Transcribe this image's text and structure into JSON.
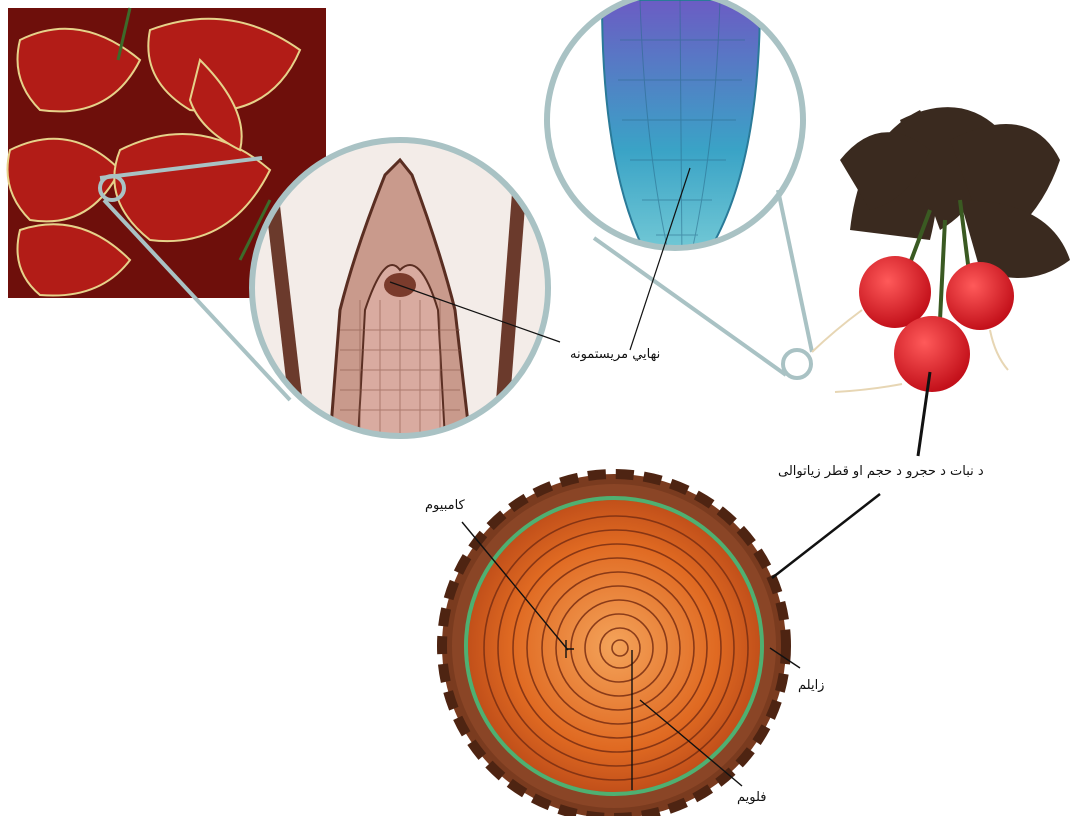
{
  "labels": {
    "apical_meristem": "نهايي مريستمونه",
    "secondary_growth": "د نبات د حجرو د حجم او قطر زياتوالی",
    "cambium": "کامبیوم",
    "xylem": "زايلم",
    "phloem": "فلويم"
  },
  "colors": {
    "leaf": "#b21c17",
    "leaf_dark": "#5a0b08",
    "magnifier_ring": "#a9c2c4",
    "root_tip": "#3a9fc0",
    "root_tip_inner": "#7b5fbf",
    "radish": "#e0141e",
    "radish_leaves": "#3a2a1f",
    "bark": "#7a3b1f",
    "wood": "#e2772d",
    "cambium_ring": "#4fb071",
    "leader_line": "#111111"
  }
}
